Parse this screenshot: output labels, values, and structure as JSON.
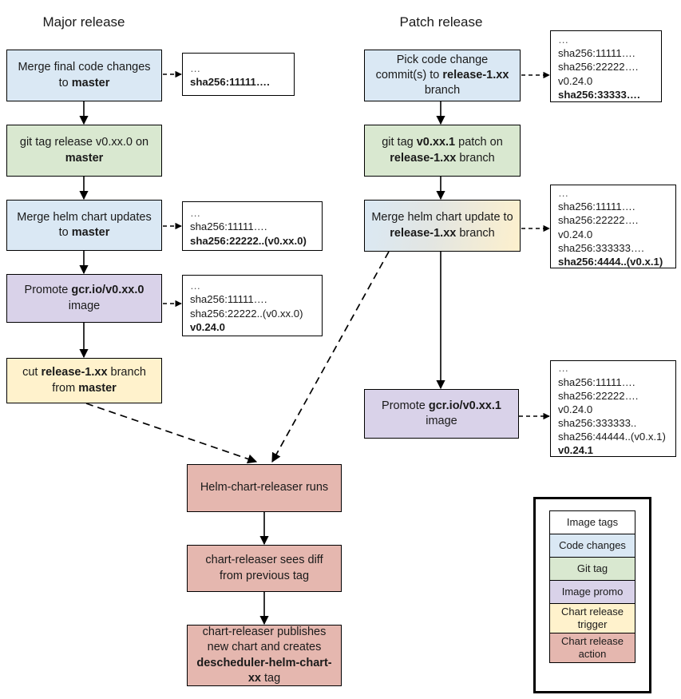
{
  "titles": {
    "major": "Major release",
    "patch": "Patch release"
  },
  "colors": {
    "code_changes": "#dae8f4",
    "git_tag": "#d9e8d0",
    "image_promo": "#d9d2e9",
    "chart_release_trigger": "#fff2cc",
    "chart_release_action": "#e5b7af",
    "image_tags": "#ffffff",
    "stroke": "#000000"
  },
  "major": {
    "n1": {
      "pre": "Merge final code changes to ",
      "strong": "master",
      "post": ""
    },
    "n2": {
      "pre": "git tag release v0.xx.0 on ",
      "strong": "master",
      "post": ""
    },
    "n3": {
      "pre": "Merge helm chart updates to ",
      "strong": "master",
      "post": ""
    },
    "n4": {
      "pre": "Promote ",
      "strong": "gcr.io/v0.xx.0",
      "post": " image"
    },
    "n5": {
      "pre": "cut ",
      "strong": "release-1.xx",
      "mid": " branch from ",
      "strong2": "master",
      "post": ""
    }
  },
  "patch": {
    "p1": {
      "pre": "Pick code change commit(s) to ",
      "strong": "release-1.xx",
      "post": " branch"
    },
    "p2": {
      "pre": "git tag ",
      "strong": "v0.xx.1",
      "mid": " patch on ",
      "strong2": "release-1.xx",
      "post": " branch"
    },
    "p3": {
      "pre": "Merge helm chart update to ",
      "strong": "release-1.xx",
      "post": " branch"
    },
    "p4": {
      "pre": "Promote ",
      "strong": "gcr.io/v0.xx.1",
      "post": " image"
    }
  },
  "bottom": {
    "b1": {
      "pre": "Helm-chart-releaser runs",
      "strong": "",
      "post": ""
    },
    "b2": {
      "pre": "chart-releaser sees diff from previous tag",
      "strong": "",
      "post": ""
    },
    "b3": {
      "pre": "chart-releaser publishes new chart and creates ",
      "strong": "descheduler-helm-chart-xx",
      "post": " tag"
    }
  },
  "notes": {
    "note1": {
      "lines": [
        "…",
        "sha256:11111…."
      ],
      "bold": [
        false,
        true
      ]
    },
    "note2": {
      "lines": [
        "…",
        "sha256:11111….",
        "sha256:22222..(v0.xx.0)"
      ],
      "bold": [
        false,
        false,
        true
      ]
    },
    "note3": {
      "lines": [
        "…",
        "sha256:11111….",
        "sha256:22222..(v0.xx.0)",
        "v0.24.0"
      ],
      "bold": [
        false,
        false,
        false,
        true
      ]
    },
    "note4": {
      "lines": [
        "…",
        "sha256:11111….",
        "sha256:22222….",
        "v0.24.0",
        "sha256:33333…."
      ],
      "bold": [
        false,
        false,
        false,
        false,
        true
      ]
    },
    "note5": {
      "lines": [
        "…",
        "sha256:11111….",
        "sha256:22222….",
        "v0.24.0",
        "sha256:333333….",
        "sha256:4444..(v0.x.1)"
      ],
      "bold": [
        false,
        false,
        false,
        false,
        false,
        true
      ]
    },
    "note6": {
      "lines": [
        "…",
        "sha256:11111….",
        "sha256:22222….",
        "v0.24.0",
        "sha256:333333..",
        "sha256:44444..(v0.x.1)",
        "v0.24.1"
      ],
      "bold": [
        false,
        false,
        false,
        false,
        false,
        false,
        true
      ]
    }
  },
  "legend": {
    "items": [
      {
        "label": "Image tags",
        "fill": "#ffffff"
      },
      {
        "label": "Code changes",
        "fill": "#dae8f4"
      },
      {
        "label": "Git tag",
        "fill": "#d9e8d0"
      },
      {
        "label": "Image promo",
        "fill": "#d9d2e9"
      },
      {
        "label": "Chart release trigger",
        "fill": "#fff2cc"
      },
      {
        "label": "Chart release action",
        "fill": "#e5b7af"
      }
    ]
  }
}
